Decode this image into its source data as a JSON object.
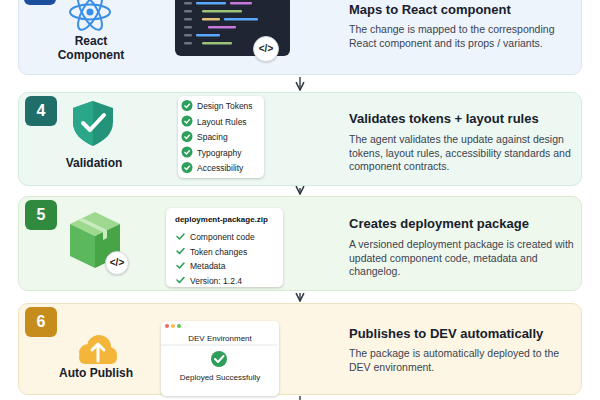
{
  "diagram": {
    "nodes": [
      {
        "text": [
          "React Component",
          "Maps to React component",
          "The change is mapped to the corresponding React component and its props / variants."
        ]
      },
      {
        "text": [
          "</>"
        ],
        "in": 0
      },
      {
        "text": [
          "Validation",
          "Validates tokens + layout rules",
          "The agent validates the update against design tokens, layout rules, accessibility standards and component contracts."
        ]
      },
      {
        "text": [
          "4"
        ],
        "in": 2
      },
      {
        "text": [
          "Design Tokens",
          "Layout Rules",
          "Spacing",
          "Typography",
          "Accessibility"
        ],
        "in": 2
      },
      {
        "text": [
          "Creates deployment package",
          "A versioned deployment package is created with updated component code, metadata and changelog."
        ]
      },
      {
        "text": [
          "5"
        ],
        "in": 5
      },
      {
        "text": [
          "deployment-package.zip",
          "Component code",
          "Token changes",
          "Metadata",
          "Version: 1.2.4"
        ],
        "in": 5
      },
      {
        "text": [
          "</>"
        ],
        "in": 5
      },
      {
        "text": [
          "Auto Publish",
          "Publishes to DEV automatically",
          "The package is automatically deployed to the DEV environment."
        ]
      },
      {
        "text": [
          "6"
        ],
        "in": 9
      },
      {
        "text": [
          "DEV Environment",
          "Deployed Successfully"
        ],
        "in": 9
      }
    ],
    "edges": [
      {
        "from": 0,
        "to": 2,
        "arrow": "to"
      },
      {
        "from": 2,
        "to": 5,
        "arrow": "to"
      },
      {
        "from": 5,
        "to": 9,
        "arrow": "to"
      }
    ]
  }
}
